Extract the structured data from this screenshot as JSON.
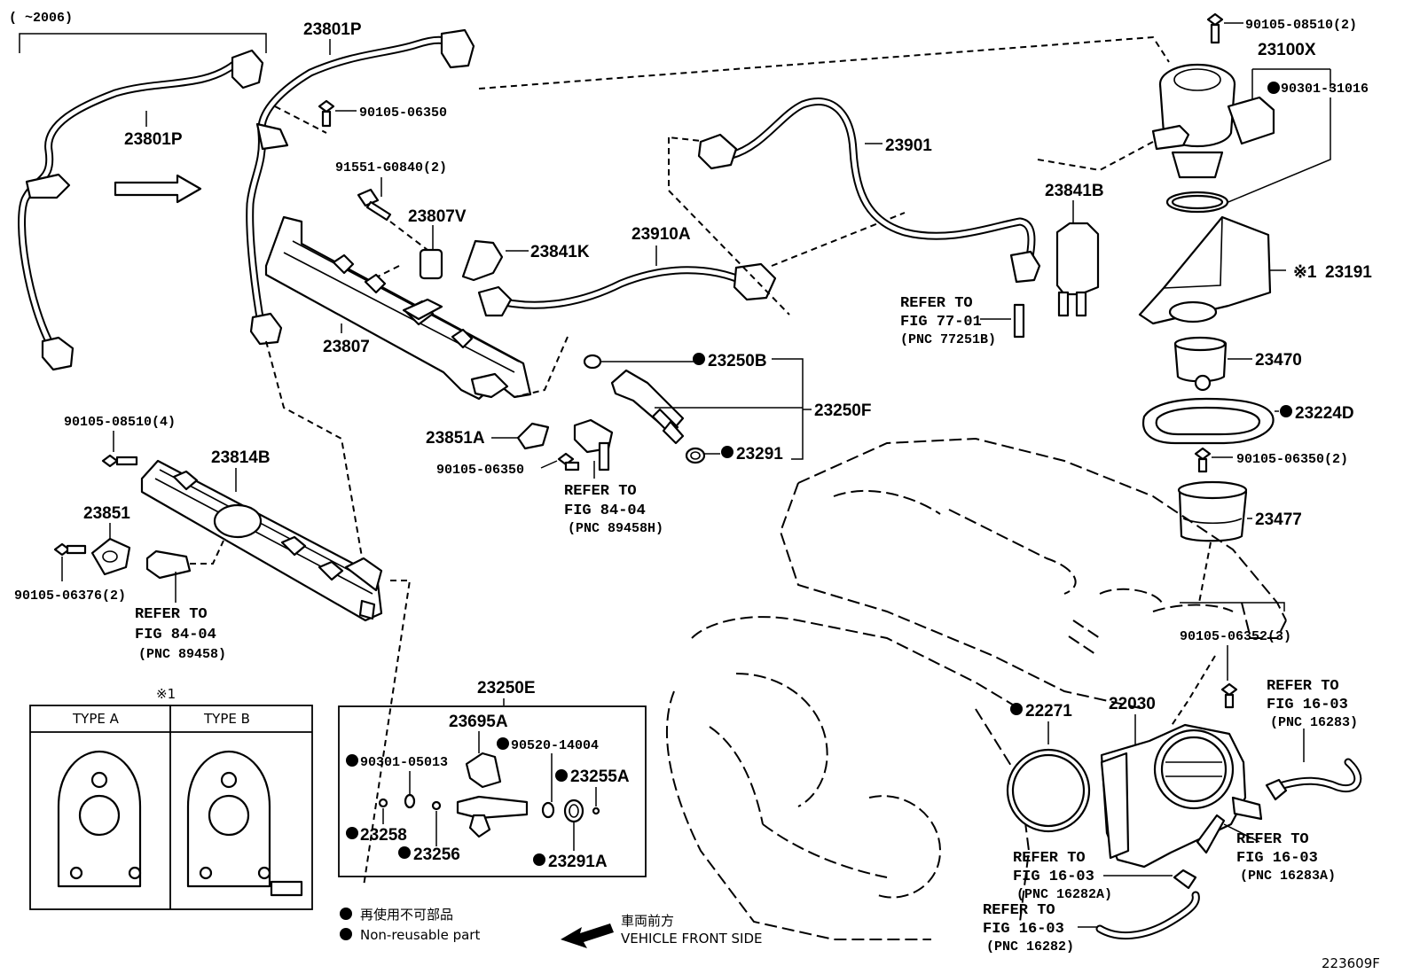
{
  "top_left_range": "(    ~2006)",
  "labels": {
    "p23801P_a": "23801P",
    "p23801P_b": "23801P",
    "p90105_06350_a": "90105-06350",
    "p91551": "91551-G0840(2)",
    "p23807V": "23807V",
    "p23841K": "23841K",
    "p23807": "23807",
    "p23910A": "23910A",
    "p23901": "23901",
    "p23841B": "23841B",
    "p90105_08510_2": "90105-08510(2)",
    "p23100X": "23100X",
    "p90301_31016": "90301-31016",
    "p23191": "23191",
    "p23191_mark": "※1",
    "p23470": "23470",
    "p23224D": "23224D",
    "p90105_06350_2": "90105-06350(2)",
    "p23477": "23477",
    "p23250B": "23250B",
    "p23250F": "23250F",
    "p23291": "23291",
    "p23851A": "23851A",
    "p90105_06350_b": "90105-06350",
    "p90105_08510_4": "90105-08510(4)",
    "p23814B": "23814B",
    "p23851": "23851",
    "p90105_06376": "90105-06376(2)",
    "p23250E": "23250E",
    "p23695A": "23695A",
    "p90520": "90520-14004",
    "p90301_05013": "90301-05013",
    "p23255A": "23255A",
    "p23258": "23258",
    "p23256": "23256",
    "p23291A": "23291A",
    "p22271": "22271",
    "p22030": "22030",
    "p90105_06352": "90105-06352(3)"
  },
  "refers": {
    "r77_line1": "REFER TO",
    "r77_line2": "FIG 77-01",
    "r77_line3": "(PNC 77251B)",
    "r84h_line1": "REFER TO",
    "r84h_line2": "FIG 84-04",
    "r84h_line3": "(PNC 89458H)",
    "r84_line1": "REFER TO",
    "r84_line2": "FIG 84-04",
    "r84_line3": "(PNC 89458)",
    "r16283_line1": "REFER TO",
    "r16283_line2": "FIG 16-03",
    "r16283_line3": "(PNC 16283)",
    "r16283A_line1": "REFER TO",
    "r16283A_line2": "FIG 16-03",
    "r16283A_line3": "(PNC 16283A)",
    "r16282A_line1": "REFER TO",
    "r16282A_line2": "FIG 16-03",
    "r16282A_line3": "(PNC 16282A)",
    "r16282_line1": "REFER TO",
    "r16282_line2": "FIG 16-03",
    "r16282_line3": "(PNC 16282)"
  },
  "type_box": {
    "mark": "※1",
    "type_a": "TYPE A",
    "type_b": "TYPE B"
  },
  "legend": {
    "jp_text": "再使用不可部品",
    "en_text": "Non-reusable part"
  },
  "vehicle_front": {
    "jp_text": "車両前方",
    "en_text": "VEHICLE FRONT SIDE"
  },
  "figure_id": "223609F"
}
